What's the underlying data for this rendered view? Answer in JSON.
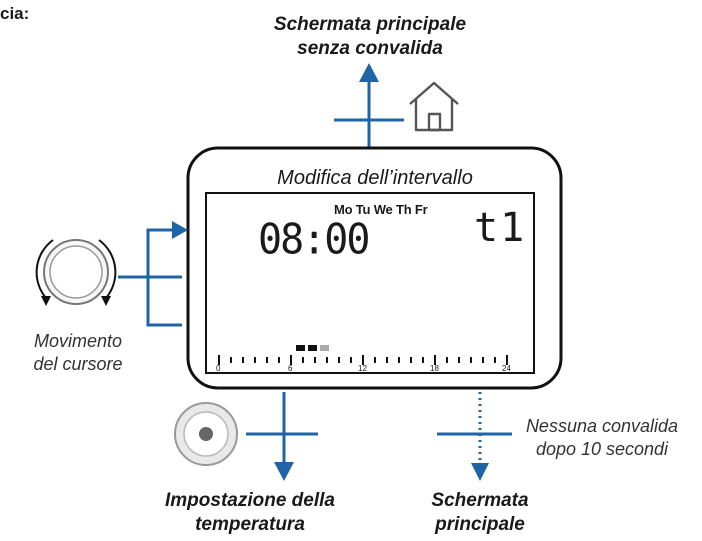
{
  "header_fragment": "cia:",
  "top_label": {
    "line1": "Schermata principale",
    "line2": "senza convalida"
  },
  "screen_title": "Modifica dell’intervallo",
  "lcd": {
    "days": "Mo Tu We Th Fr",
    "time": "08:00",
    "interval": "t1",
    "timeline_labels": [
      "0",
      "6",
      "12",
      "18",
      "24"
    ]
  },
  "left_label": {
    "line1": "Movimento",
    "line2": "del cursore"
  },
  "right_label": {
    "line1": "Nessuna convalida",
    "line2": "dopo 10 secondi"
  },
  "bottom_left_label": {
    "line1": "Impostazione della",
    "line2": "temperatura"
  },
  "bottom_right_label": {
    "line1": "Schermata",
    "line2": "principale"
  },
  "colors": {
    "accent_blue": "#1f64a6",
    "outline": "#1a1a1a"
  },
  "icons": [
    "home-icon",
    "rotary-knob-icon",
    "push-button-icon"
  ]
}
